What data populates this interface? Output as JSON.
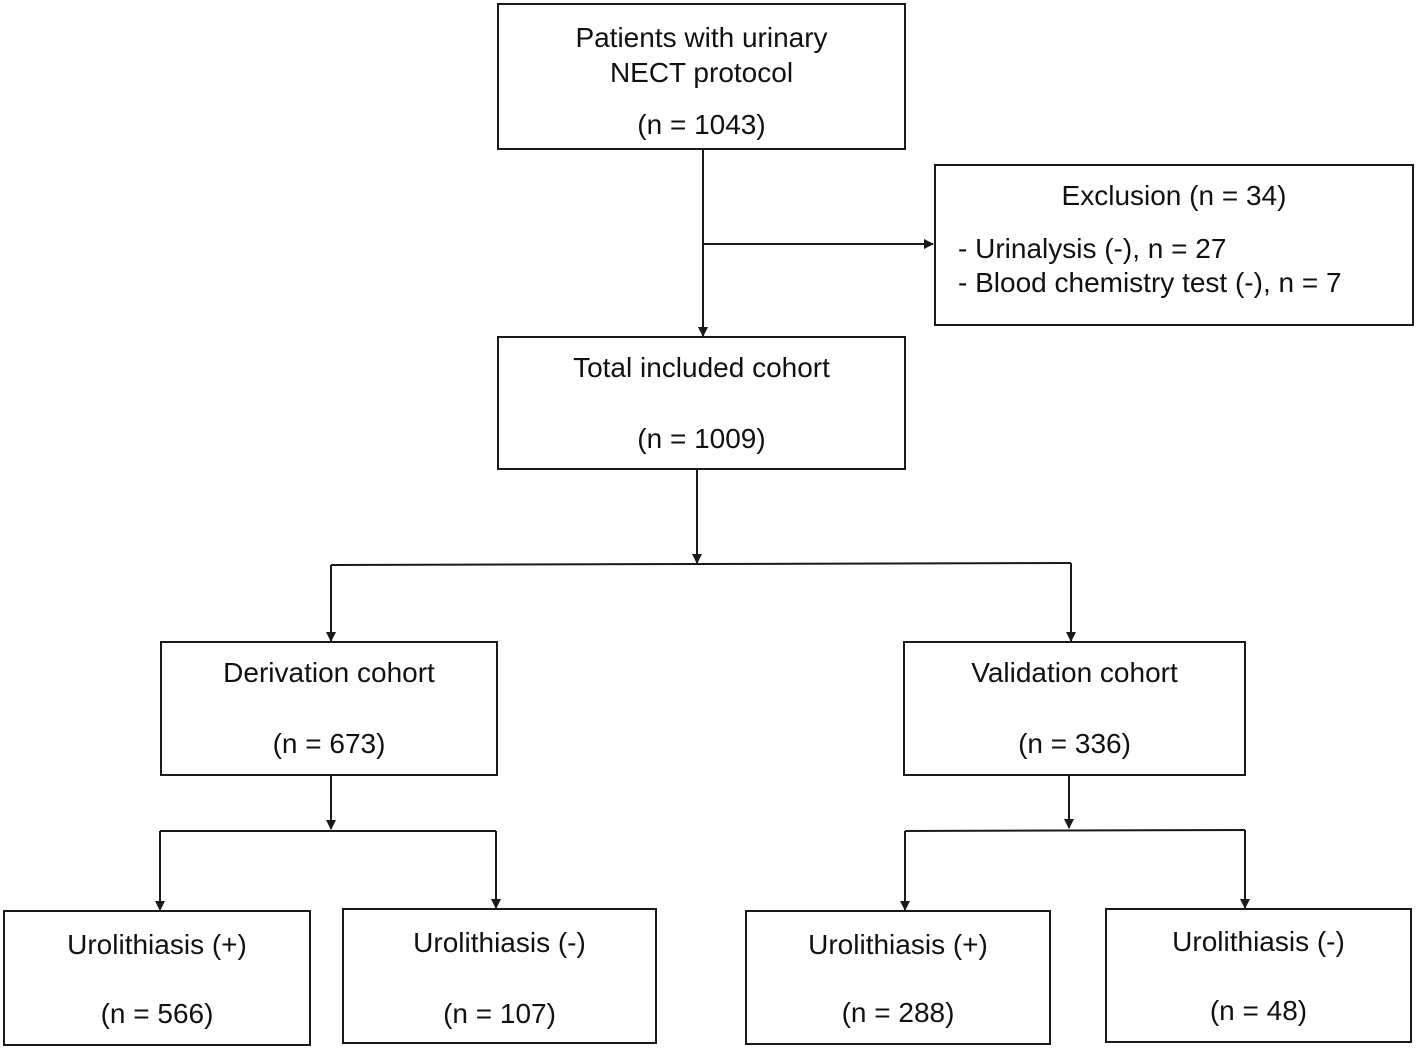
{
  "flowchart": {
    "screening": {
      "line1": "Patients with urinary",
      "line2": "NECT protocol",
      "count": "(n = 1043)"
    },
    "exclusion": {
      "title": "Exclusion (n = 34)",
      "items": [
        "- Urinalysis (-), n = 27",
        "- Blood chemistry test (-), n = 7"
      ]
    },
    "included": {
      "title": "Total included cohort",
      "count": "(n = 1009)"
    },
    "derivation": {
      "title": "Derivation cohort",
      "count": "(n = 673)",
      "positive": {
        "title": "Urolithiasis (+)",
        "count": "(n = 566)"
      },
      "negative": {
        "title": "Urolithiasis (-)",
        "count": "(n = 107)"
      }
    },
    "validation": {
      "title": "Validation cohort",
      "count": "(n = 336)",
      "positive": {
        "title": "Urolithiasis (+)",
        "count": "(n = 288)"
      },
      "negative": {
        "title": "Urolithiasis (-)",
        "count": "(n = 48)"
      }
    }
  }
}
